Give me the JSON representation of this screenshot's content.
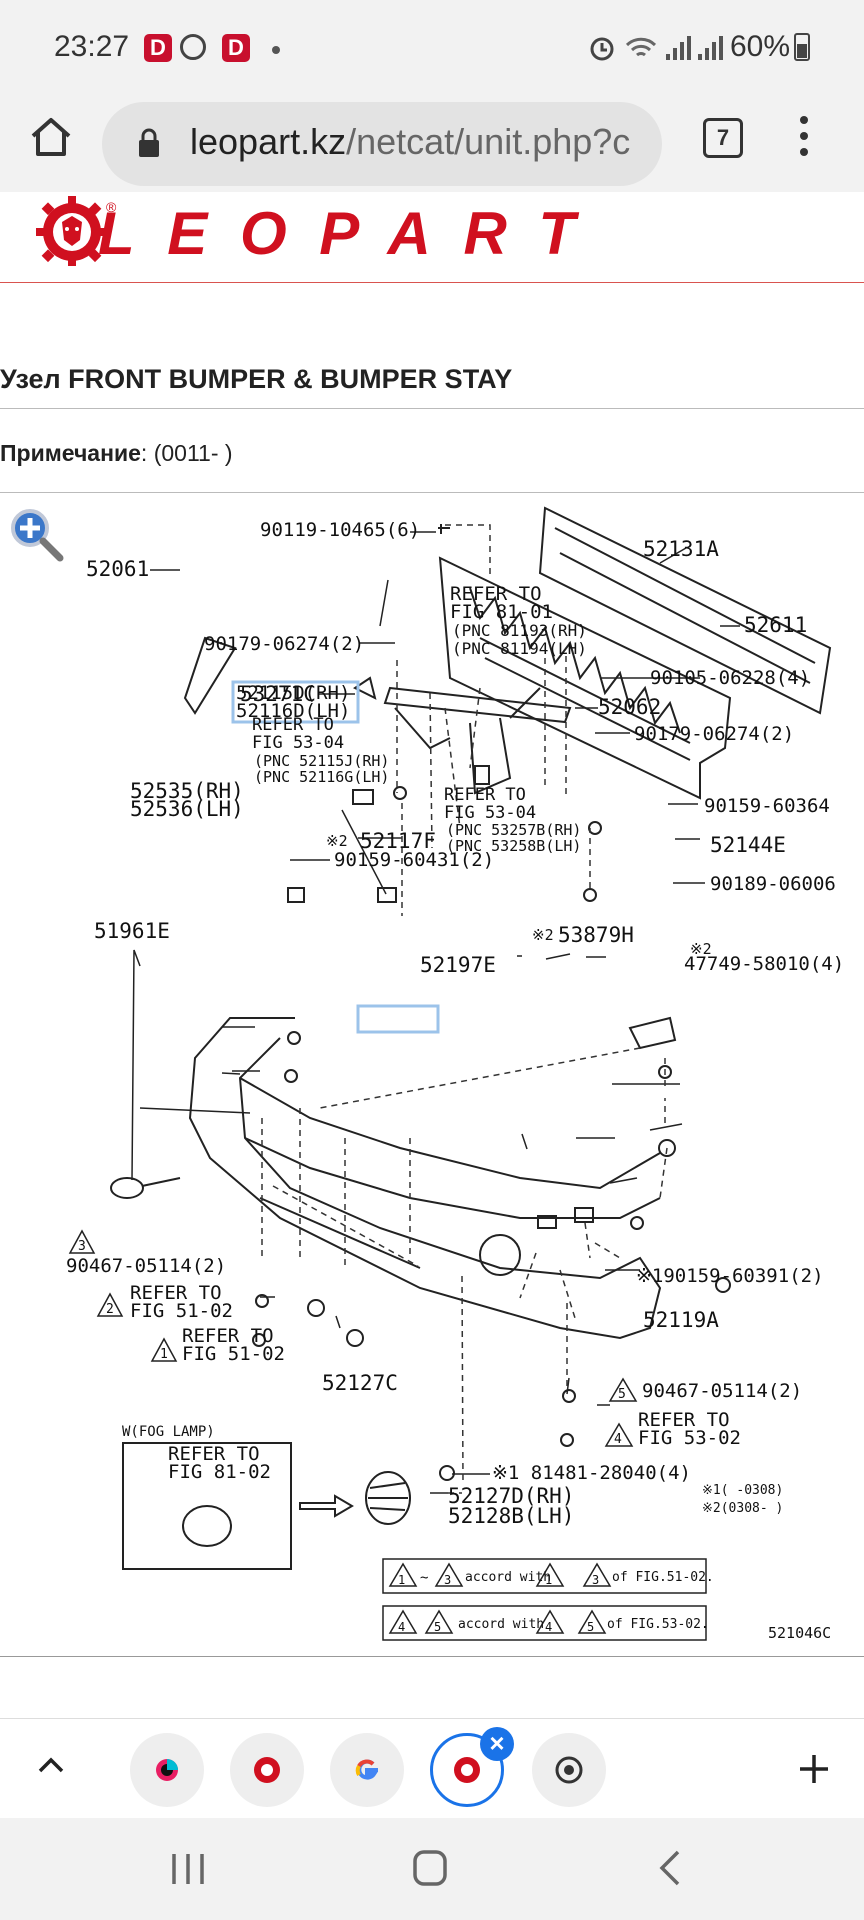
{
  "status_bar": {
    "time": "23:27",
    "notif_badge_1": "D",
    "notif_badge_2": "D",
    "battery_text": "60%"
  },
  "browser": {
    "url_host": "leopart.kz",
    "url_path": "/netcat/unit.php?c",
    "tab_count": "7"
  },
  "site": {
    "logo_text": "LEOPART",
    "logo_reg": "®"
  },
  "page": {
    "title": "Узел FRONT BUMPER & BUMPER STAY",
    "note_label": "Примечание",
    "note_value": ": (0011- )"
  },
  "diagram": {
    "p_90119": "90119-10465(6)",
    "p_52131A": "52131A",
    "p_52061": "52061",
    "p_52115D": "52115D(RH)",
    "p_52116D": "52116D(LH)",
    "p_refer_81_01": "REFER TO",
    "p_fig_81_01": "FIG 81-01",
    "p_pnc_81193": "(PNC 81193(RH)",
    "p_pnc_81194": "(PNC 81194(LH)",
    "p_52611": "52611",
    "p_90179a": "90179-06274(2)",
    "p_90105": "90105-06228(4)",
    "p_53271C": "53271C",
    "p_52062": "52062",
    "p_refer_53_04a": "REFER TO",
    "p_fig_53_04a": "FIG 53-04",
    "p_pnc_52115J": "(PNC 52115J(RH)",
    "p_pnc_52116G": "(PNC 52116G(LH)",
    "p_90179b": "90179-06274(2)",
    "p_52535": "52535(RH)",
    "p_52536": "52536(LH)",
    "p_refer_53_04b": "REFER TO",
    "p_fig_53_04b": "FIG 53-04",
    "p_pnc_53257B": "(PNC 53257B(RH)",
    "p_pnc_53258B": "(PNC 53258B(LH)",
    "p_90159_60364": "90159-60364",
    "p_52117F_mark": "※2",
    "p_52117F": "52117F",
    "p_90159_60431": "90159-60431(2)",
    "p_52144E": "52144E",
    "p_90189": "90189-06006",
    "p_51961E": "51961E",
    "p_53879H": "53879H",
    "p_53879H_mark": "※2",
    "p_52197E": "52197E",
    "p_47749_mark": "※2",
    "p_47749": "47749-58010(4)",
    "p_tri3": "3",
    "p_90467a": "90467-05114(2)",
    "p_90159_60391": "※190159-60391(2)",
    "p_tri2": "2",
    "p_refer_51_02a": "REFER TO",
    "p_fig_51_02a": "FIG 51-02",
    "p_52119A": "52119A",
    "p_tri1": "1",
    "p_refer_51_02b": "REFER TO",
    "p_fig_51_02b": "FIG 51-02",
    "p_52127C": "52127C",
    "p_tri5": "5",
    "p_90467b": "90467-05114(2)",
    "p_tri4": "4",
    "p_refer_53_02": "REFER TO",
    "p_fig_53_02": "FIG 53-02",
    "p_fog_lamp": "W(FOG LAMP)",
    "p_refer_81_02": "REFER TO",
    "p_fig_81_02": "FIG 81-02",
    "p_81481": "※1 81481-28040(4)",
    "p_52127D": "52127D(RH)",
    "p_52128B": "52128B(LH)",
    "p_note1": "※1(    -0308)",
    "p_note2": "※2(0308-    )",
    "p_legend1_a": "1",
    "p_legend1_tilde": "~",
    "p_legend1_b": "3",
    "p_legend1_acc": "accord with",
    "p_legend1_c": "1",
    "p_legend1_d": "3",
    "p_legend1_of": "of FIG.51-02.",
    "p_legend2_a": "4",
    "p_legend2_b": "5",
    "p_legend2_acc": "accord with",
    "p_legend2_c": "4",
    "p_legend2_d": "5",
    "p_legend2_of": "of FIG.53-02.",
    "p_code": "521046C"
  },
  "colors": {
    "brand_red": "#d0101f",
    "highlight_box": "#9cc3ea",
    "chrome_blue": "#1a73e8"
  },
  "icons": {
    "home": "home-icon",
    "lock": "lock-icon",
    "menu": "kebab-menu-icon",
    "zoom": "zoom-in-icon",
    "new_tab": "plus-icon"
  }
}
